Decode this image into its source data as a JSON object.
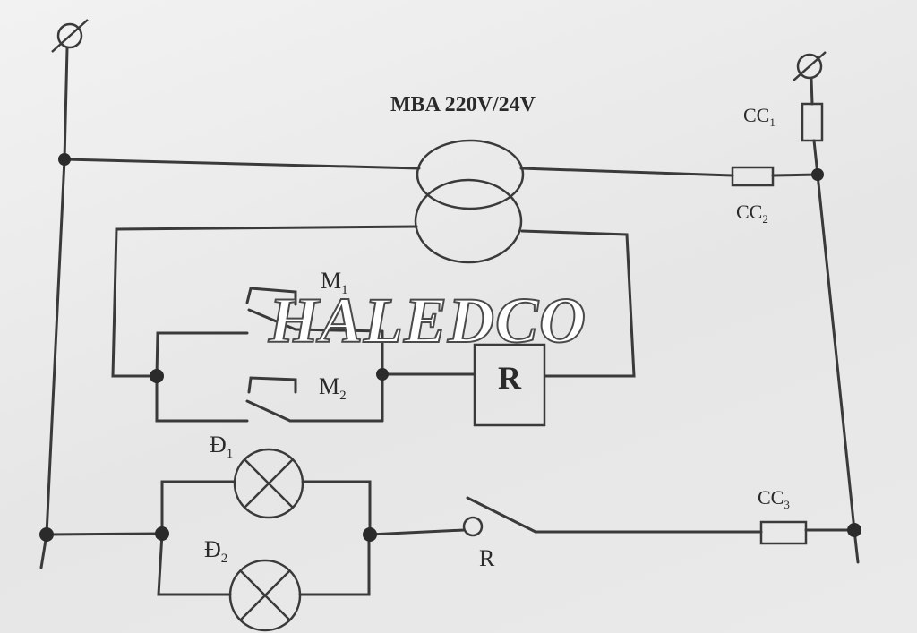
{
  "diagram": {
    "title": "MBA 220V/24V",
    "terminal_symbol": "Ø",
    "labels": {
      "cc1_main": "CC",
      "cc1_sub": "1",
      "cc2_main": "CC",
      "cc2_sub": "2",
      "cc3_main": "CC",
      "cc3_sub": "3",
      "m1_main": "M",
      "m1_sub": "1",
      "m2_main": "M",
      "m2_sub": "2",
      "relay_coil": "R",
      "relay_contact": "R",
      "d1_main": "Đ",
      "d1_sub": "1",
      "d2_main": "Đ",
      "d2_sub": "2"
    },
    "watermark": "HALEDCO"
  }
}
